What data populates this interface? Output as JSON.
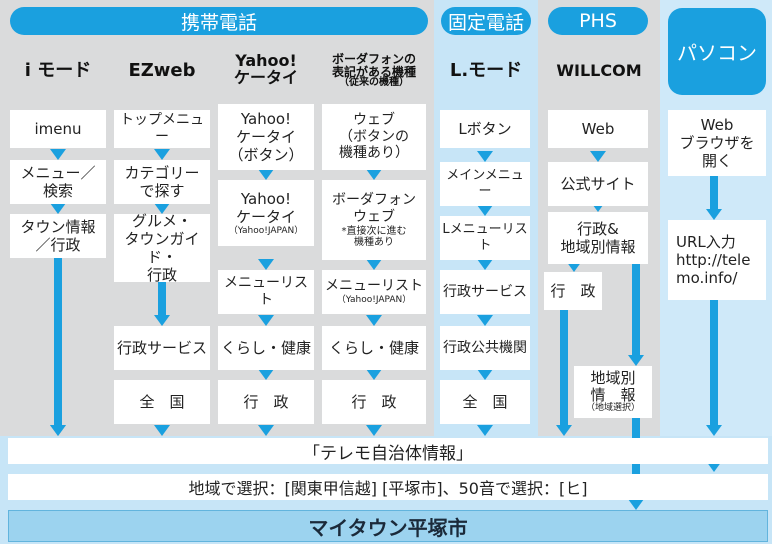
{
  "headers": {
    "mobile": "携帯電話",
    "fixed": "固定電話",
    "phs": "PHS",
    "pc": "パソコン"
  },
  "carriers": {
    "imode": "i モード",
    "ezweb": "EZweb",
    "yahoo_line1": "Yahoo!",
    "yahoo_line2": "ケータイ",
    "vodafone_line1": "ボーダフォンの",
    "vodafone_line2": "表記がある機種",
    "vodafone_line3": "（従来の機種）",
    "lmode": "L.モード",
    "willcom": "WILLCOM"
  },
  "steps": {
    "imode": [
      "imenu",
      "メニュー／\n検索",
      "タウン情報\n／行政"
    ],
    "ezweb": [
      "トップメニュー",
      "カテゴリー\nで探す",
      "グルメ・\nタウンガイド・\n行政",
      "行政サービス",
      "全　国"
    ],
    "yahoo": [
      "Yahoo!\nケータイ\n（ボタン）",
      "Yahoo!\nケータイ",
      "メニューリスト",
      "くらし・健康",
      "行　政"
    ],
    "yahoo_note": "（Yahoo!JAPAN）",
    "vodafone": [
      "ウェブ\n（ボタンの\n機種あり）",
      "ボーダフォン\nウェブ",
      "メニューリスト",
      "くらし・健康",
      "行　政"
    ],
    "vodafone_notes": [
      "*直接次に進む\n機種あり",
      "（Yahoo!JAPAN）"
    ],
    "lmode": [
      "Lボタン",
      "メインメニュー",
      "Lメニューリスト",
      "行政サービス",
      "行政公共機関",
      "全　国"
    ],
    "willcom": [
      "Web",
      "公式サイト",
      "行政&\n地域別情報",
      "行　政",
      "地域別\n情　報"
    ],
    "willcom_note": "（地域選択）",
    "pc": [
      "Web\nブラウザを\n開く",
      "URL入力\nhttp://tele\nmo.info/"
    ]
  },
  "bottom": {
    "telemo": "「テレモ自治体情報」",
    "region": "地域で選択：[関東甲信越] [平塚市]、50音で選択：[ヒ]",
    "final": "マイタウン平塚市"
  },
  "colors": {
    "mobile_bg": "#dadbdc",
    "fixed_bg": "#c7e5f7",
    "pc_bg": "#cfe9f9",
    "accent": "#1aa0df",
    "final_bg": "#9cd3ef"
  }
}
